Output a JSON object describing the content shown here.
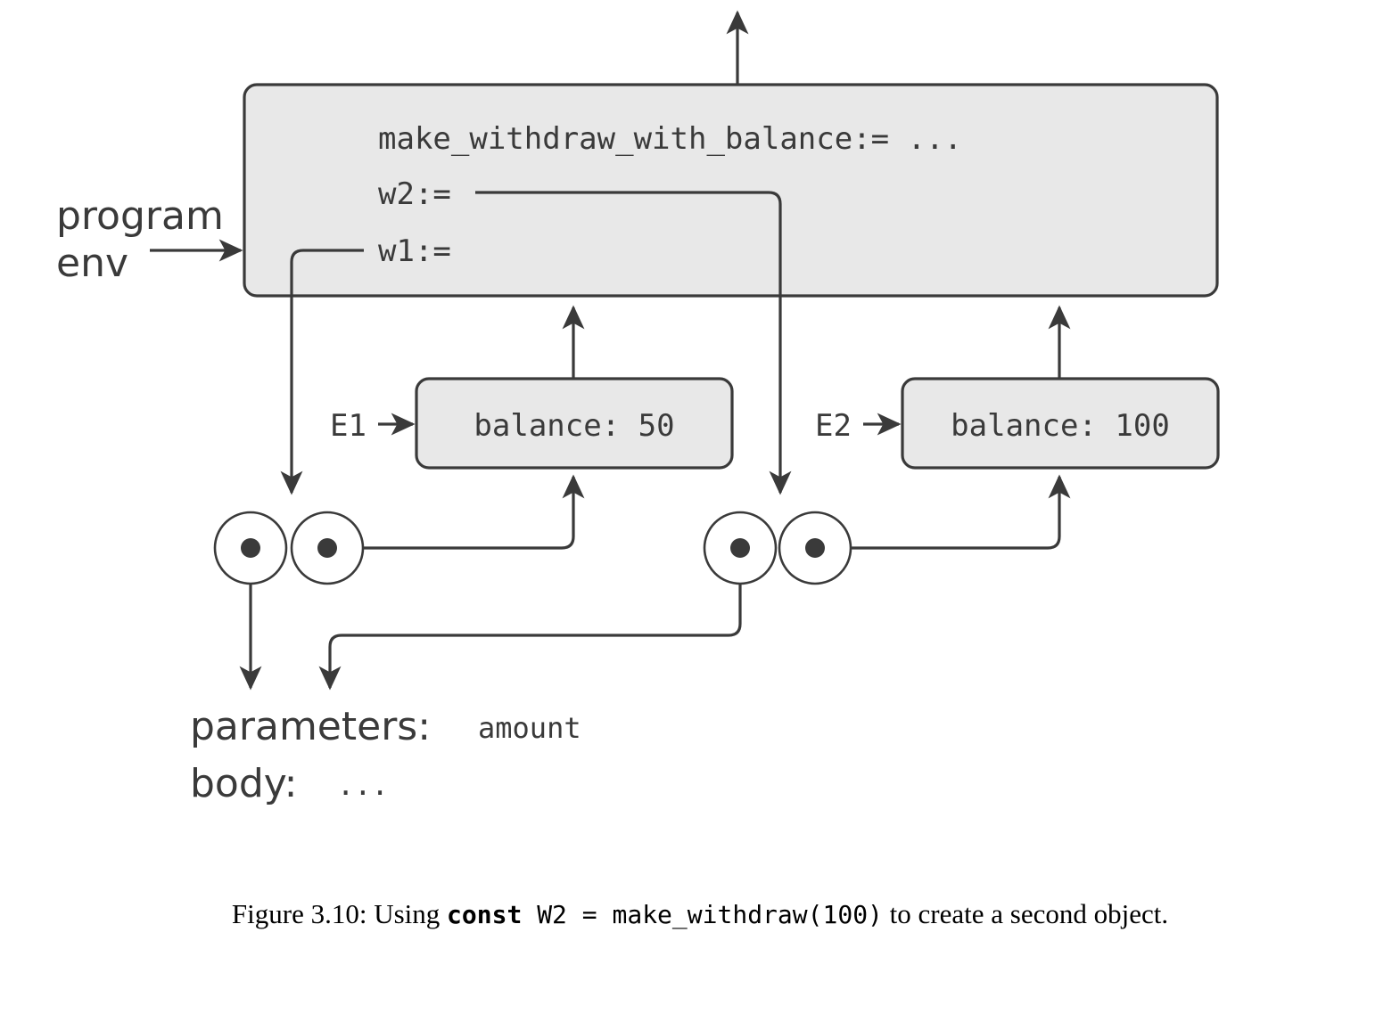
{
  "figure": {
    "title": "Environment diagram for make_withdraw with two objects",
    "caption": {
      "prefix": "Figure 3.10: Using ",
      "code_keyword": "const",
      "code_expression": "W2 = make_withdraw(100)",
      "suffix": " to create a second object."
    }
  },
  "colors": {
    "frame_fill": "#e8e8e8",
    "stroke": "#3a3a3a",
    "page_background": "#ffffff",
    "circle_fill": "#ffffff"
  },
  "global_frame": {
    "label_line1": "program",
    "label_line2": "env",
    "bindings": [
      {
        "name": "make_withdraw_with_balance:=",
        "value": "...",
        "text": "make_withdraw_with_balance:= ..."
      },
      {
        "name": "w2:=",
        "value": "",
        "text": "w2:="
      },
      {
        "name": "w1:=",
        "value": "",
        "text": "w1:="
      }
    ]
  },
  "environments": [
    {
      "label": "E1",
      "binding": "balance: 50",
      "variable": "balance",
      "value": "50"
    },
    {
      "label": "E2",
      "binding": "balance: 100",
      "variable": "balance",
      "value": "100"
    }
  ],
  "procedures": [
    {
      "id": "w1-procedure",
      "bound_env": "E1"
    },
    {
      "id": "w2-procedure",
      "bound_env": "E2"
    }
  ],
  "procedure_spec": {
    "parameters_label": "parameters:",
    "parameters_value": "amount",
    "body_label": "body:",
    "body_value": "..."
  }
}
